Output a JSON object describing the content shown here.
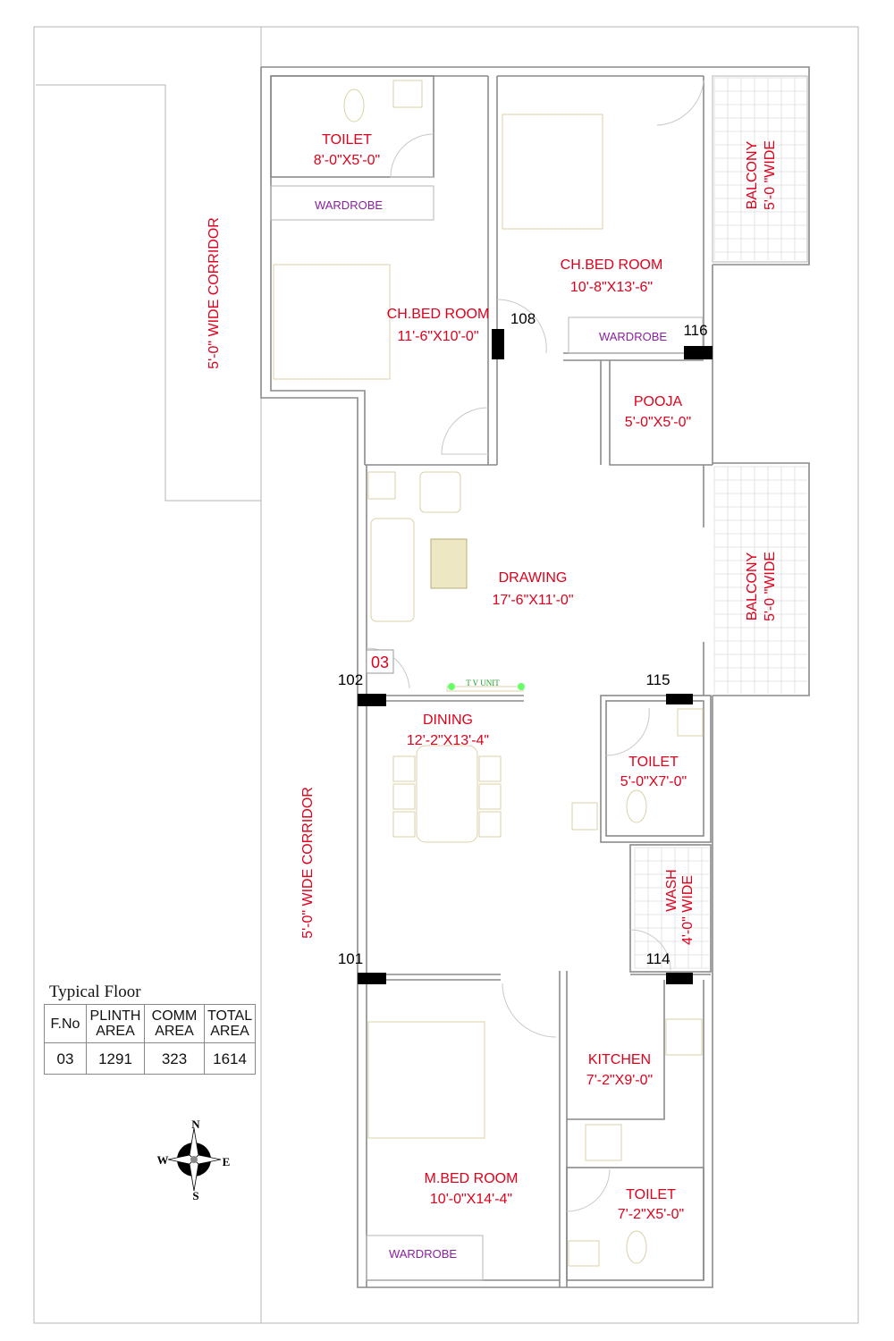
{
  "plan": {
    "corridor_label": "5'-0\" WIDE CORRIDOR",
    "flat_number": "03",
    "tv_unit": "T V UNIT",
    "rooms": {
      "toilet_top": {
        "name": "TOILET",
        "size": "8'-0\"X5'-0\""
      },
      "wardrobe_top": "WARDROBE",
      "ch_bed_left": {
        "name": "CH.BED ROOM",
        "size": "11'-6\"X10'-0\""
      },
      "ch_bed_right": {
        "name": "CH.BED ROOM",
        "size": "10'-8\"X13'-6\""
      },
      "wardrobe_right": "WARDROBE",
      "balcony_top": {
        "name": "BALCONY",
        "size": "5'-0 \"WIDE"
      },
      "pooja": {
        "name": "POOJA",
        "size": "5'-0\"X5'-0\""
      },
      "drawing": {
        "name": "DRAWING",
        "size": "17'-6\"X11'-0\""
      },
      "balcony_mid": {
        "name": "BALCONY",
        "size": "5'-0 \"WIDE"
      },
      "dining": {
        "name": "DINING",
        "size": "12'-2\"X13'-4\""
      },
      "toilet_mid": {
        "name": "TOILET",
        "size": "5'-0\"X7'-0\""
      },
      "wash": {
        "name": "WASH",
        "size": "4'-0\" WIDE"
      },
      "kitchen": {
        "name": "KITCHEN",
        "size": "7'-2\"X9'-0\""
      },
      "m_bed": {
        "name": "M.BED ROOM",
        "size": "10'-0\"X14'-4\""
      },
      "toilet_bottom": {
        "name": "TOILET",
        "size": "7'-2\"X5'-0\""
      },
      "wardrobe_bottom": "WARDROBE"
    },
    "column_markers": [
      "108",
      "116",
      "102",
      "115",
      "101",
      "114"
    ]
  },
  "area_table": {
    "title": "Typical Floor",
    "headers": [
      "F.No",
      "PLINTH AREA",
      "COMM AREA",
      "TOTAL AREA"
    ],
    "header_lines": [
      [
        "F.No"
      ],
      [
        "PLINTH",
        "AREA"
      ],
      [
        "COMM",
        "AREA"
      ],
      [
        "TOTAL",
        "AREA"
      ]
    ],
    "rows": [
      [
        "03",
        "1291",
        "323",
        "1614"
      ]
    ]
  },
  "compass": {
    "n": "N",
    "s": "S",
    "e": "E",
    "w": "W"
  },
  "colors": {
    "room_label": "#e0001b",
    "wardrobe_label": "#8a1fa0",
    "wall": "#8a8a8a",
    "tv_unit": "#1aa02a"
  }
}
